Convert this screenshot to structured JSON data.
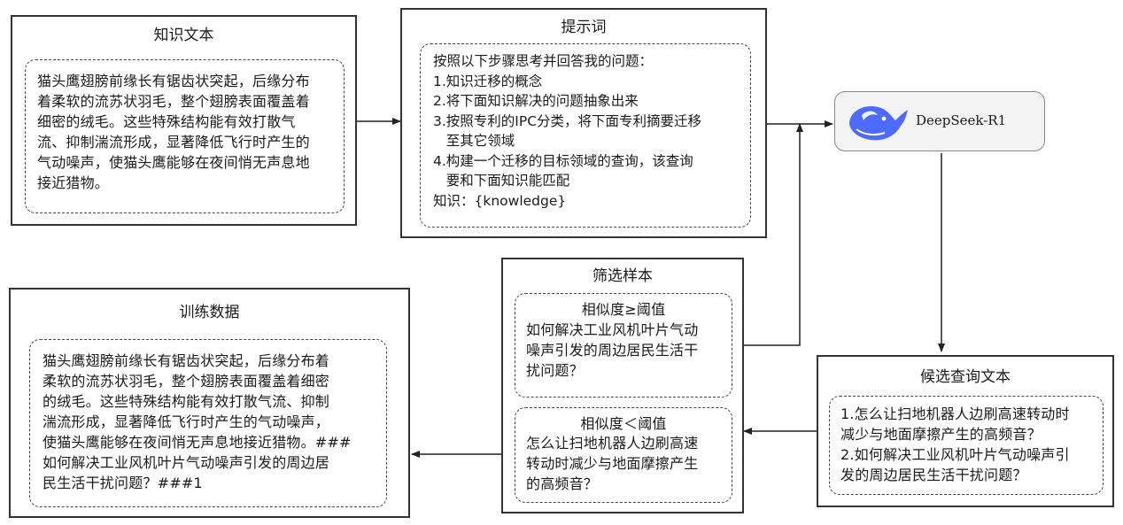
{
  "knowledge_box": {
    "title": "知识文本",
    "text": "猫头鹰翅膀前缘长有锯齿状突起，后缘分布\n着柔软的流苏状羽毛，整个翅膀表面覆盖着\n细密的绒毛。这些特殊结构能有效打散气\n流、抑制湍流形成，显著降低飞行时产生的\n气动噪声，使猫头鹰能够在夜间悄无声息地\n接近猎物。"
  },
  "prompt_box": {
    "title": "提示词",
    "lines": [
      "按照以下步骤思考并回答我的问题：",
      "1.知识迁移的概念",
      "2.将下面知识解决的问题抽象出来",
      "3.按照专利的IPC分类，将下面专利摘要迁移",
      "   至其它领域",
      "4.构建一个迁移的目标领域的查询，该查询",
      "   要和下面知识能匹配",
      "知识：{knowledge}"
    ]
  },
  "model": {
    "label": "DeepSeek-R1",
    "icon": "whale-logo-icon",
    "color": "#4d6bfe"
  },
  "filter_box": {
    "title": "筛选样本",
    "high": {
      "condition": "相似度≥阈值",
      "text": "如何解决工业风机叶片气动\n噪声引发的周边居民生活干\n扰问题？"
    },
    "low": {
      "condition": "相似度＜阈值",
      "text": "怎么让扫地机器人边刷高速\n转动时减少与地面摩擦产生\n的高频音？"
    }
  },
  "candidate_box": {
    "title": "候选查询文本",
    "text": "1.怎么让扫地机器人边刷高速转动时\n减少与地面摩擦产生的高频音？\n2.如何解决工业风机叶片气动噪声引\n发的周边居民生活干扰问题？"
  },
  "training_box": {
    "title": "训练数据",
    "text": "猫头鹰翅膀前缘长有锯齿状突起，后缘分布着\n柔软的流苏状羽毛，整个翅膀表面覆盖着细密\n的绒毛。这些特殊结构能有效打散气流、抑制\n湍流形成，显著降低飞行时产生的气动噪声，\n使猫头鹰能够在夜间悄无声息地接近猎物。###\n如何解决工业风机叶片气动噪声引发的周边居\n民生活干扰问题？###1"
  }
}
